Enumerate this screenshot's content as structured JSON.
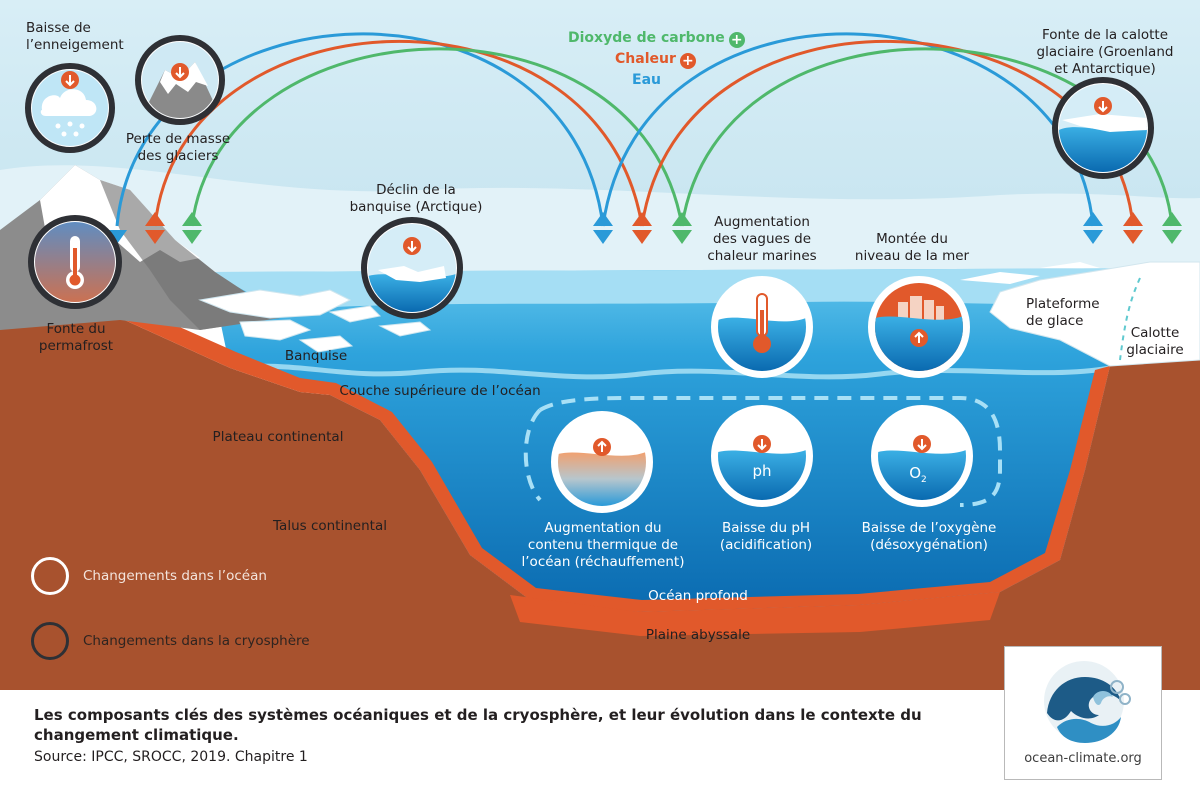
{
  "flux": {
    "co2": "Dioxyde de carbone",
    "heat": "Chaleur",
    "water": "Eau"
  },
  "labels": {
    "snow": "Baisse de\nl’enneigement",
    "glaciers": "Perte de masse\ndes glaciers",
    "icesheet_melt": "Fonte de la calotte\nglaciaire (Groenland\net Antarctique)",
    "sea_ice_decline": "Déclin de la\nbanquise (Arctique)",
    "heatwaves": "Augmentation\ndes vagues de\nchaleur marines",
    "sea_level": "Montée du\nniveau de la mer",
    "permafrost": "Fonte du\npermafrost",
    "banquise": "Banquise",
    "ice_shelf": "Plateforme\nde glace",
    "ice_sheet": "Calotte\nglaciaire",
    "upper_ocean": "Couche supérieure de l’océan",
    "shelf": "Plateau continental",
    "slope": "Talus continental",
    "heat_content": "Augmentation du\ncontenu thermique de\nl’océan (réchauffement)",
    "ph": "Baisse du pH\n(acidification)",
    "oxygen": "Baisse de l’oxygène\n(désoxygénation)",
    "deep_ocean": "Océan profond",
    "abyssal": "Plaine abyssale",
    "ph_symbol": "ph",
    "o2_symbol": "O",
    "o2_sub": "2"
  },
  "legend": {
    "ocean": "Changements dans l’océan",
    "cryosphere": "Changements dans la cryosphère"
  },
  "caption": {
    "main": "Les composants clés des systèmes océaniques et de la cryosphère, et leur évolution dans le contexte du changement climatique.",
    "source": "Source: IPCC, SROCC, 2019. Chapitre 1"
  },
  "logo": {
    "text": "ocean-climate.org"
  },
  "colors": {
    "co2": "#4fb86b",
    "heat": "#e1592b",
    "water": "#2a9ad8",
    "sky": "#cfe8f2",
    "ocean_surface": "#9fdcf3",
    "ocean_deep": "#0a6fb4",
    "ground": "#a9532e",
    "shelf_rim": "#e1592b"
  }
}
